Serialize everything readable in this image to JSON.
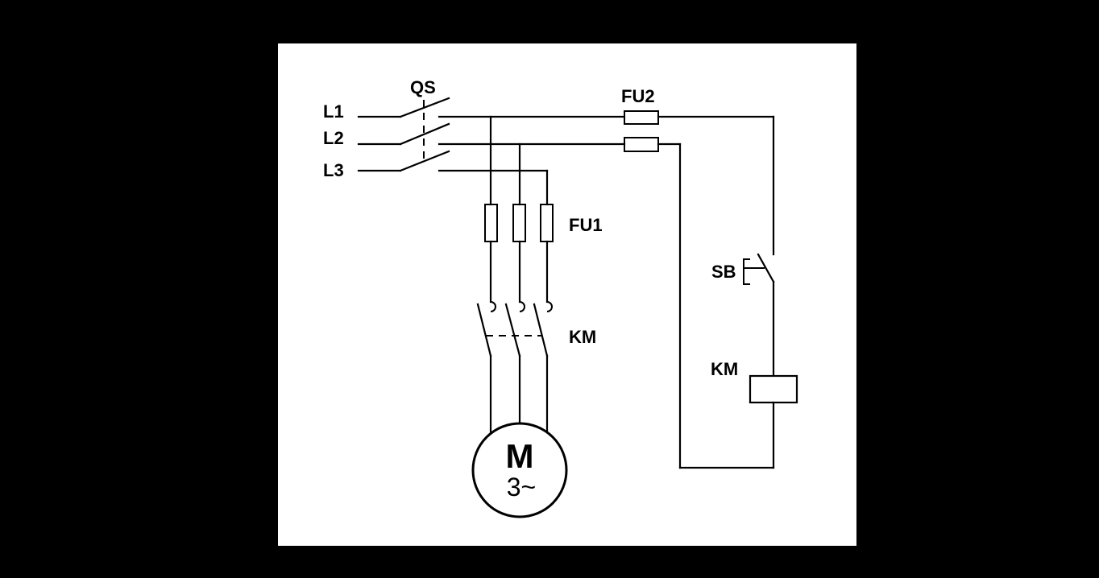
{
  "diagram": {
    "labels": {
      "l1": "L1",
      "l2": "L2",
      "l3": "L3",
      "qs": "QS",
      "fu1": "FU1",
      "fu2": "FU2",
      "km_contacts": "KM",
      "km_coil": "KM",
      "sb": "SB",
      "motor_symbol": "M",
      "motor_phase": "3~"
    },
    "colors": {
      "background": "#000000",
      "canvas": "#ffffff",
      "ink": "#000000"
    }
  }
}
